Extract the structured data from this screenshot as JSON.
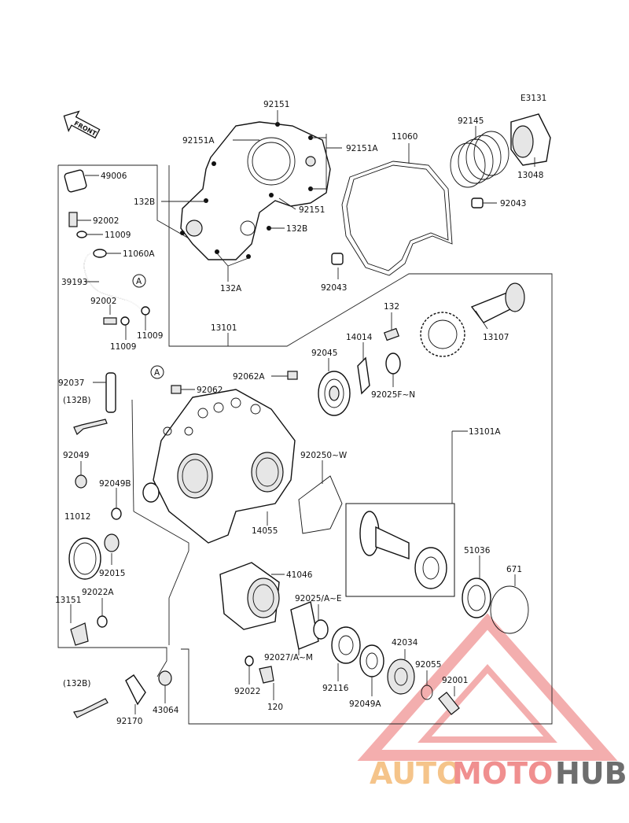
{
  "diagram_code": "E3131",
  "front_arrow": "FRONT",
  "callout_A": "A",
  "labels": {
    "p92151_top": "92151",
    "p92151A_left": "92151A",
    "p92151A_right": "92151A",
    "p92151_mid": "92151",
    "p132B_left": "132B",
    "p132B_right": "132B",
    "p132A": "132A",
    "p11060": "11060",
    "p92145": "92145",
    "p13048": "13048",
    "p92043_right": "92043",
    "p92043_left": "92043",
    "p49006": "49006",
    "p92002_top": "92002",
    "p11009_top": "11009",
    "p11060A": "11060A",
    "p39193": "39193",
    "p92002_low": "92002",
    "p11009_right": "11009",
    "p11009_low": "11009",
    "p13101": "13101",
    "p132": "132",
    "p13107": "13107",
    "p14014": "14014",
    "p92045": "92045",
    "p92062A": "92062A",
    "p92062": "92062",
    "p92025FN": "92025F~N",
    "p92037": "92037",
    "p132B_paren_top": "(132B)",
    "p13101A": "13101A",
    "p92049": "92049",
    "p920250W": "920250~W",
    "p92049B": "92049B",
    "p14055": "14055",
    "p11012": "11012",
    "p92015": "92015",
    "p51036": "51036",
    "p671": "671",
    "p92022A": "92022A",
    "p41046": "41046",
    "p13151": "13151",
    "p92025AE": "92025/A~E",
    "p42034": "42034",
    "p92027AM": "92027/A~M",
    "p92055": "92055",
    "p92001": "92001",
    "p132B_paren_low": "(132B)",
    "p92022": "92022",
    "p92116": "92116",
    "p120": "120",
    "p92049A": "92049A",
    "p92170": "92170",
    "p43064": "43064"
  },
  "watermark": {
    "part1": "AUTO",
    "part2": "MOTO",
    "part3": "HUB"
  },
  "colors": {
    "line": "#111111",
    "wm_orange": "#f5c48a",
    "wm_red": "#f08f8f",
    "wm_gray": "#6e6e6e"
  }
}
